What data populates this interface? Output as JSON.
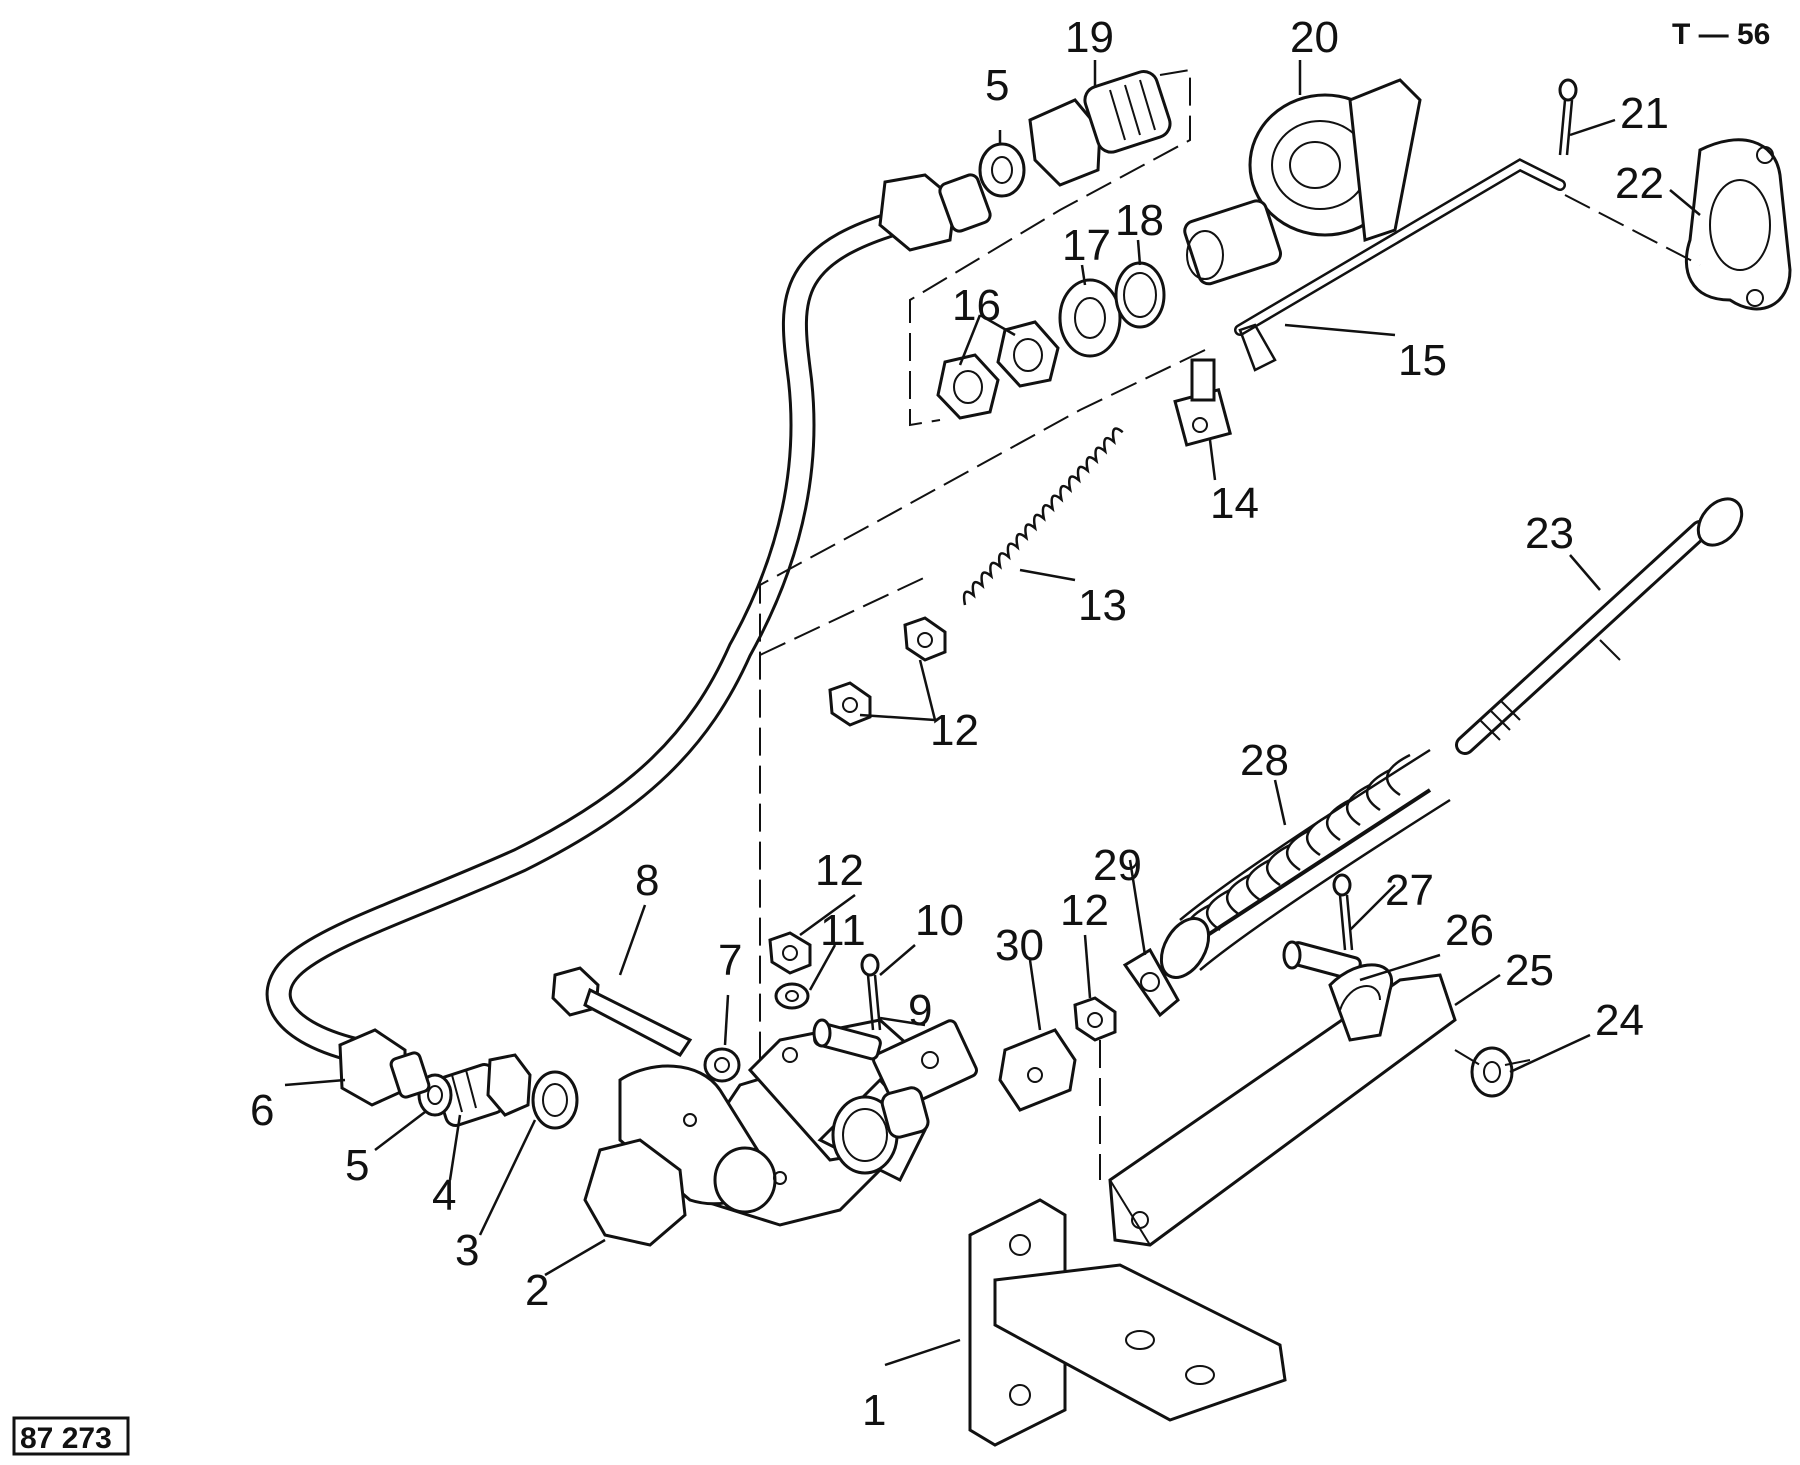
{
  "sheet_code": "T — 56",
  "drawing_number": "87 273",
  "callouts": [
    "1",
    "2",
    "3",
    "4",
    "5",
    "5",
    "6",
    "7",
    "8",
    "9",
    "10",
    "11",
    "12",
    "12",
    "12",
    "12",
    "13",
    "14",
    "15",
    "16",
    "17",
    "18",
    "19",
    "20",
    "21",
    "22",
    "23",
    "24",
    "25",
    "26",
    "27",
    "28",
    "29",
    "30"
  ],
  "ink_color": "#111111",
  "background_color": "#ffffff"
}
